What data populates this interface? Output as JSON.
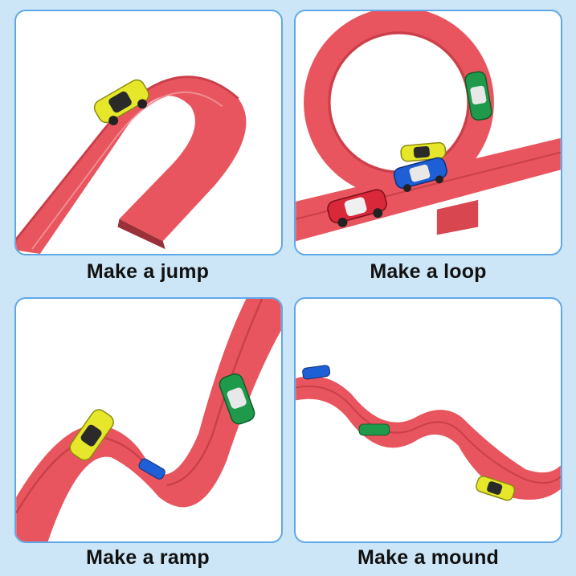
{
  "panels": [
    {
      "caption": "Make a jump"
    },
    {
      "caption": "Make a loop"
    },
    {
      "caption": "Make a ramp"
    },
    {
      "caption": "Make a mound"
    }
  ],
  "colors": {
    "background": "#cde6f7",
    "panel_border": "#5fa8e8",
    "track": "#e8555e",
    "track_dark": "#c9404a",
    "car_yellow": "#e6e62a",
    "car_green": "#1f9a4a",
    "car_blue": "#1f5fd6",
    "car_red": "#d8283a"
  },
  "icons": [
    "yellow-car-icon",
    "green-car-icon",
    "blue-car-icon",
    "red-car-icon"
  ]
}
